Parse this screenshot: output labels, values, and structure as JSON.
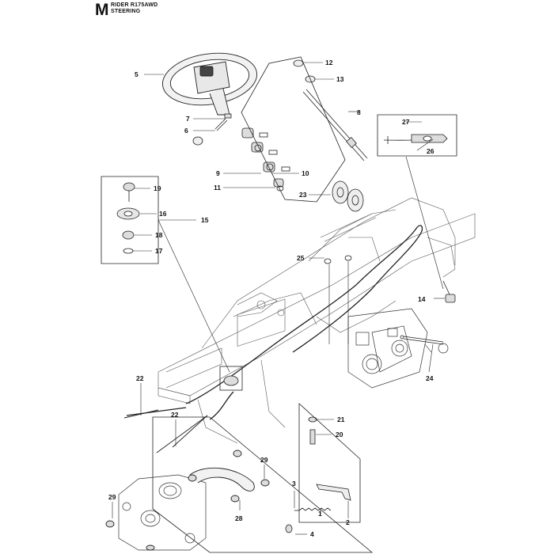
{
  "header": {
    "section_letter": "M",
    "model": "RIDER R175AWD",
    "section": "STEERING"
  },
  "callouts": [
    {
      "id": "c1",
      "label": "1"
    },
    {
      "id": "c2",
      "label": "2"
    },
    {
      "id": "c3",
      "label": "3"
    },
    {
      "id": "c4",
      "label": "4"
    },
    {
      "id": "c5",
      "label": "5"
    },
    {
      "id": "c6",
      "label": "6"
    },
    {
      "id": "c7",
      "label": "7"
    },
    {
      "id": "c8",
      "label": "8"
    },
    {
      "id": "c9",
      "label": "9"
    },
    {
      "id": "c10",
      "label": "10"
    },
    {
      "id": "c11",
      "label": "11"
    },
    {
      "id": "c12",
      "label": "12"
    },
    {
      "id": "c13",
      "label": "13"
    },
    {
      "id": "c14",
      "label": "14"
    },
    {
      "id": "c15",
      "label": "15"
    },
    {
      "id": "c16",
      "label": "16"
    },
    {
      "id": "c17",
      "label": "17"
    },
    {
      "id": "c18",
      "label": "18"
    },
    {
      "id": "c19",
      "label": "19"
    },
    {
      "id": "c20",
      "label": "20"
    },
    {
      "id": "c21",
      "label": "21"
    },
    {
      "id": "c22a",
      "label": "22"
    },
    {
      "id": "c22b",
      "label": "22"
    },
    {
      "id": "c23",
      "label": "23"
    },
    {
      "id": "c24",
      "label": "24"
    },
    {
      "id": "c25",
      "label": "25"
    },
    {
      "id": "c26",
      "label": "26"
    },
    {
      "id": "c27",
      "label": "27"
    },
    {
      "id": "c28",
      "label": "28"
    },
    {
      "id": "c29a",
      "label": "29"
    },
    {
      "id": "c29b",
      "label": "29"
    }
  ]
}
